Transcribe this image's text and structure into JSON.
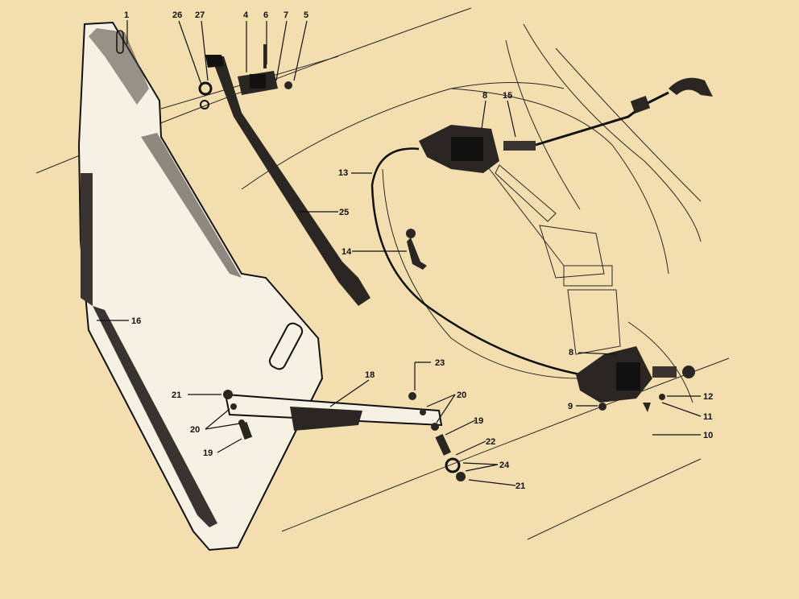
{
  "colors": {
    "background": "#f3deb0",
    "line": "#111111",
    "panel": "#f7f1e3",
    "shadow": "#3a3430"
  },
  "callouts": {
    "c1": "1",
    "c26": "26",
    "c27": "27",
    "c4": "4",
    "c6": "6",
    "c7": "7",
    "c5": "5",
    "c8a": "8",
    "c15": "15",
    "c13": "13",
    "c25": "25",
    "c14": "14",
    "c16": "16",
    "c8b": "8",
    "c9": "9",
    "c12": "12",
    "c11": "11",
    "c10": "10",
    "c18": "18",
    "c23": "23",
    "c20a": "20",
    "c21a": "21",
    "c20b": "20",
    "c19a": "19",
    "c19b": "19",
    "c22": "22",
    "c24": "24",
    "c21b": "21"
  }
}
